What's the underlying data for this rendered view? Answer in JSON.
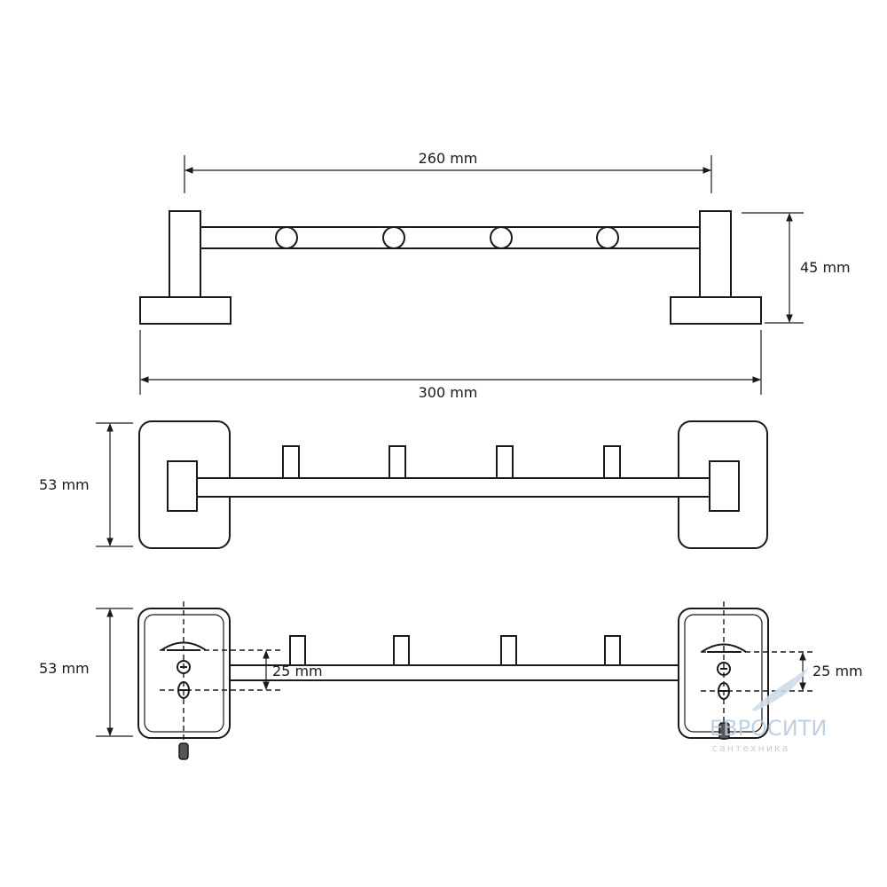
{
  "dimensions": {
    "top_inner_width": "260 mm",
    "top_height": "45 mm",
    "top_overall_width": "300 mm",
    "middle_height": "53 mm",
    "bottom_height": "53 mm",
    "bottom_left_spacing": "25 mm",
    "bottom_right_spacing": "25 mm"
  },
  "watermark": {
    "brand": "ЕВРОСИТИ",
    "subtitle": "сантехника"
  },
  "hooks_count": 4
}
